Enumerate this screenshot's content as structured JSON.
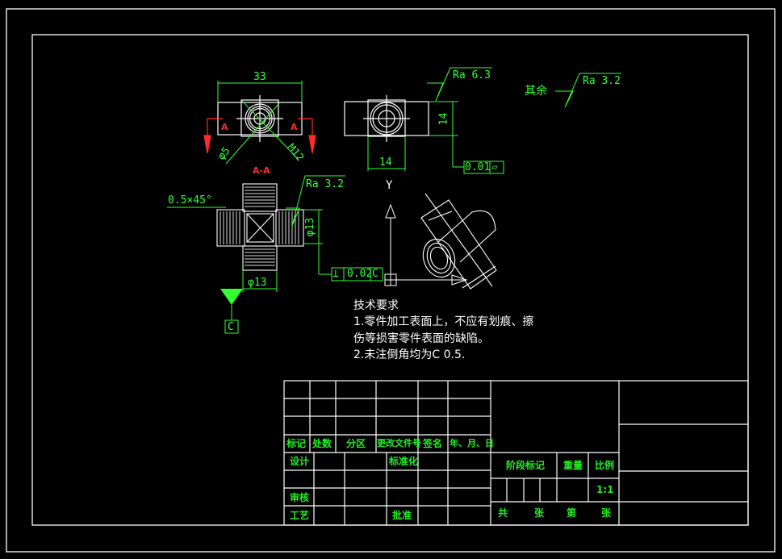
{
  "colors": {
    "background": "#000000",
    "geometry": "#ffffff",
    "dimension": "#33ff33",
    "section_marker": "#ff2a2a"
  },
  "top_view": {
    "width_dim": "33",
    "hole_diameter": "φ5",
    "thread": "M12",
    "section_mark_left": "A",
    "section_mark_right": "A",
    "section_label": "A-A"
  },
  "side_view": {
    "width_dim": "14",
    "height_dim": "14",
    "roughness": "Ra 6.3",
    "flatness_tolerance": "0.01",
    "flatness_symbol": "▱"
  },
  "general_roughness": {
    "prefix": "其余",
    "value": "Ra 3.2"
  },
  "section_view": {
    "chamfer": "0.5×45°",
    "roughness": "Ra 3.2",
    "vertical_diameter": "φ13",
    "horizontal_diameter": "φ13",
    "perpendicularity_symbol": "⊥",
    "perpendicularity_tolerance": "0.02",
    "datum_ref": "C",
    "datum_label": "C"
  },
  "ucs": {
    "y_label": "Y"
  },
  "tech_requirements": {
    "title": "技术要求",
    "line1": "1.零件加工表面上，不应有划痕、擦",
    "line2": "伤等损害零件表面的缺陷。",
    "line3": "2.未注倒角均为C 0.5."
  },
  "title_block": {
    "headers": [
      "标记",
      "处数",
      "分区",
      "更改文件号",
      "签名",
      "年、月、日"
    ],
    "design": "设计",
    "standardization": "标准化",
    "review": "审核",
    "process": "工艺",
    "approval": "批准",
    "stage_mark": "阶段标记",
    "weight": "重量",
    "scale_label": "比例",
    "scale_value": "1:1",
    "total": "共",
    "sheets1": "张",
    "sheet_no": "第",
    "sheets2": "张"
  }
}
